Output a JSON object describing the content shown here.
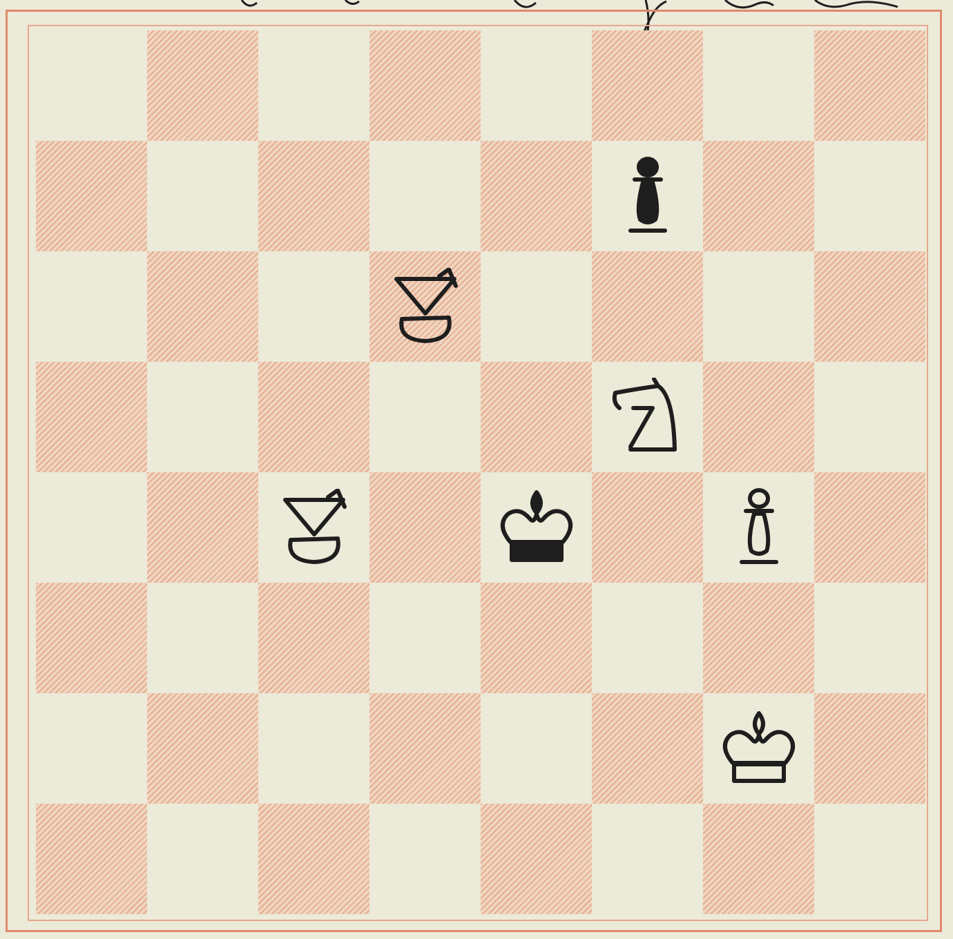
{
  "board": {
    "rows": 8,
    "cols": 8,
    "top_left_square": "light",
    "colors": {
      "light": "#ecead8",
      "dark_hatch": "#de8c64",
      "frame": "#de8a6a",
      "ink": "#1e1e1e"
    }
  },
  "pieces": [
    {
      "id": "black-pawn-f7",
      "type": "pawn",
      "color": "black",
      "square": "f7",
      "row": 1,
      "col": 5
    },
    {
      "id": "white-bishop-d6",
      "type": "bishop",
      "color": "white",
      "square": "d6",
      "row": 2,
      "col": 3
    },
    {
      "id": "white-knight-f5",
      "type": "knight",
      "color": "white",
      "square": "f5",
      "row": 3,
      "col": 5
    },
    {
      "id": "white-bishop-c4",
      "type": "bishop",
      "color": "white",
      "square": "c4",
      "row": 4,
      "col": 2
    },
    {
      "id": "black-king-e4",
      "type": "king",
      "color": "black",
      "square": "e4",
      "row": 4,
      "col": 4
    },
    {
      "id": "white-pawn-g4",
      "type": "pawn",
      "color": "white",
      "square": "g4",
      "row": 4,
      "col": 6
    },
    {
      "id": "white-king-g2",
      "type": "king",
      "color": "white",
      "square": "g2",
      "row": 6,
      "col": 6
    }
  ]
}
